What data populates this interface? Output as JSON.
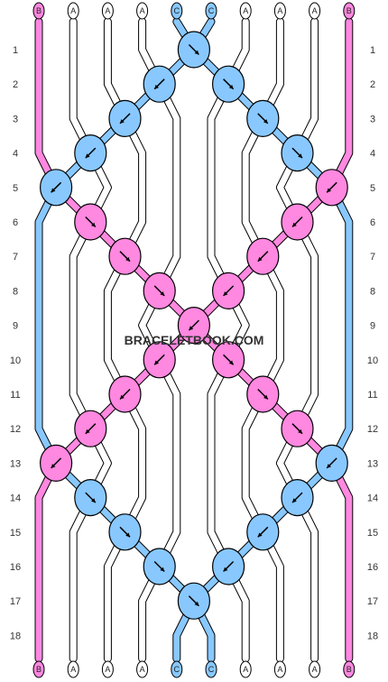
{
  "pattern": {
    "colors": {
      "B": "#ff88e0",
      "A": "#ffffff",
      "C": "#88c8ff"
    },
    "strand_labels": [
      "B",
      "A",
      "A",
      "A",
      "C",
      "C",
      "A",
      "A",
      "A",
      "B"
    ],
    "row_numbers": [
      "1",
      "2",
      "3",
      "4",
      "5",
      "6",
      "7",
      "8",
      "9",
      "10",
      "11",
      "12",
      "13",
      "14",
      "15",
      "16",
      "17",
      "18"
    ],
    "knots": [
      {
        "row": 1,
        "pos": 4,
        "color": "C",
        "dir": "se"
      },
      {
        "row": 2,
        "pos": 3,
        "color": "C",
        "dir": "sw"
      },
      {
        "row": 2,
        "pos": 5,
        "color": "C",
        "dir": "se"
      },
      {
        "row": 3,
        "pos": 2,
        "color": "C",
        "dir": "sw"
      },
      {
        "row": 3,
        "pos": 6,
        "color": "C",
        "dir": "se"
      },
      {
        "row": 4,
        "pos": 1,
        "color": "C",
        "dir": "sw"
      },
      {
        "row": 4,
        "pos": 7,
        "color": "C",
        "dir": "se"
      },
      {
        "row": 5,
        "pos": 0,
        "color": "C",
        "dir": "sw"
      },
      {
        "row": 5,
        "pos": 8,
        "color": "B",
        "dir": "sw"
      },
      {
        "row": 6,
        "pos": 1,
        "color": "B",
        "dir": "se"
      },
      {
        "row": 6,
        "pos": 7,
        "color": "B",
        "dir": "sw"
      },
      {
        "row": 7,
        "pos": 2,
        "color": "B",
        "dir": "se"
      },
      {
        "row": 7,
        "pos": 6,
        "color": "B",
        "dir": "sw"
      },
      {
        "row": 8,
        "pos": 3,
        "color": "B",
        "dir": "se"
      },
      {
        "row": 8,
        "pos": 5,
        "color": "B",
        "dir": "sw"
      },
      {
        "row": 9,
        "pos": 4,
        "color": "B",
        "dir": "sw"
      },
      {
        "row": 10,
        "pos": 3,
        "color": "B",
        "dir": "sw"
      },
      {
        "row": 10,
        "pos": 5,
        "color": "B",
        "dir": "se"
      },
      {
        "row": 11,
        "pos": 2,
        "color": "B",
        "dir": "sw"
      },
      {
        "row": 11,
        "pos": 6,
        "color": "B",
        "dir": "se"
      },
      {
        "row": 12,
        "pos": 1,
        "color": "B",
        "dir": "sw"
      },
      {
        "row": 12,
        "pos": 7,
        "color": "B",
        "dir": "se"
      },
      {
        "row": 13,
        "pos": 0,
        "color": "B",
        "dir": "sw"
      },
      {
        "row": 13,
        "pos": 8,
        "color": "C",
        "dir": "sw"
      },
      {
        "row": 14,
        "pos": 1,
        "color": "C",
        "dir": "se"
      },
      {
        "row": 14,
        "pos": 7,
        "color": "C",
        "dir": "sw"
      },
      {
        "row": 15,
        "pos": 2,
        "color": "C",
        "dir": "se"
      },
      {
        "row": 15,
        "pos": 6,
        "color": "C",
        "dir": "sw"
      },
      {
        "row": 16,
        "pos": 3,
        "color": "C",
        "dir": "se"
      },
      {
        "row": 16,
        "pos": 5,
        "color": "C",
        "dir": "sw"
      },
      {
        "row": 17,
        "pos": 4,
        "color": "C",
        "dir": "se"
      }
    ],
    "watermark": "BRACELETBOOK.COM"
  }
}
